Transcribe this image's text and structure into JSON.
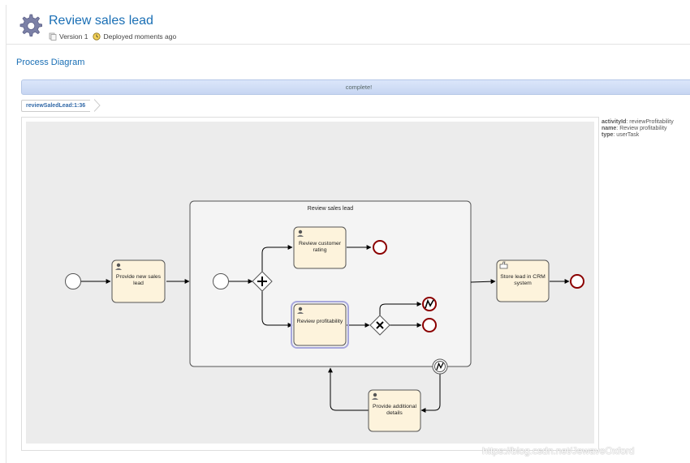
{
  "header": {
    "title": "Review sales lead",
    "version": "Version 1",
    "deployed": "Deployed moments ago",
    "icon": "gear-icon"
  },
  "section": {
    "title": "Process Diagram"
  },
  "status": {
    "label": "complete!"
  },
  "breadcrumb": {
    "label": "reviewSaledLead:1:36"
  },
  "properties": {
    "activity_key": "activityId",
    "activity_value": "reviewProfitability",
    "name_key": "name",
    "name_value": "Review profitability",
    "type_key": "type",
    "type_value": "userTask"
  },
  "diagram": {
    "subprocess_label": "Review sales lead",
    "tasks": {
      "provide_new_sales_lead": [
        "Provide new sales",
        "lead"
      ],
      "review_customer_rating": [
        "Review customer",
        "rating"
      ],
      "review_profitability": [
        "Review profitability"
      ],
      "store_lead": [
        "Store lead in CRM",
        "system"
      ],
      "provide_additional_details": [
        "Provide additional",
        "details"
      ]
    },
    "colors": {
      "task_fill": "#fdf3dc",
      "task_stroke": "#555555",
      "highlight": "#a7a7dc",
      "end_event": "#8b0000",
      "subprocess_fill": "#f4f4f4"
    }
  },
  "watermark": {
    "text": "https://blog.csdn.net/JewaveOxford"
  }
}
